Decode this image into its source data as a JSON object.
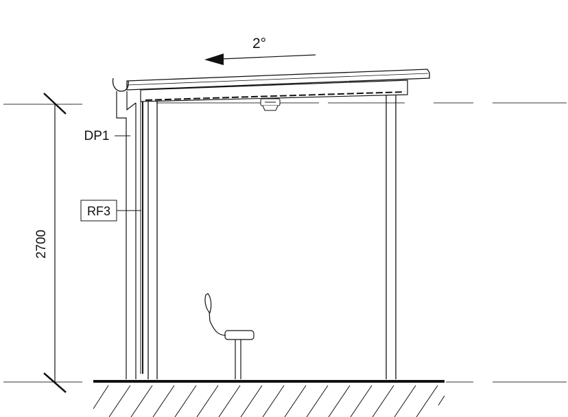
{
  "diagram": {
    "roof_pitch_label": "2°",
    "height_dimension_label": "2700",
    "downpipe_tag": "DP1",
    "roof_finish_tag": "RF3",
    "colors": {
      "line": "#111111",
      "ground": "#111111",
      "background": "#ffffff"
    }
  }
}
